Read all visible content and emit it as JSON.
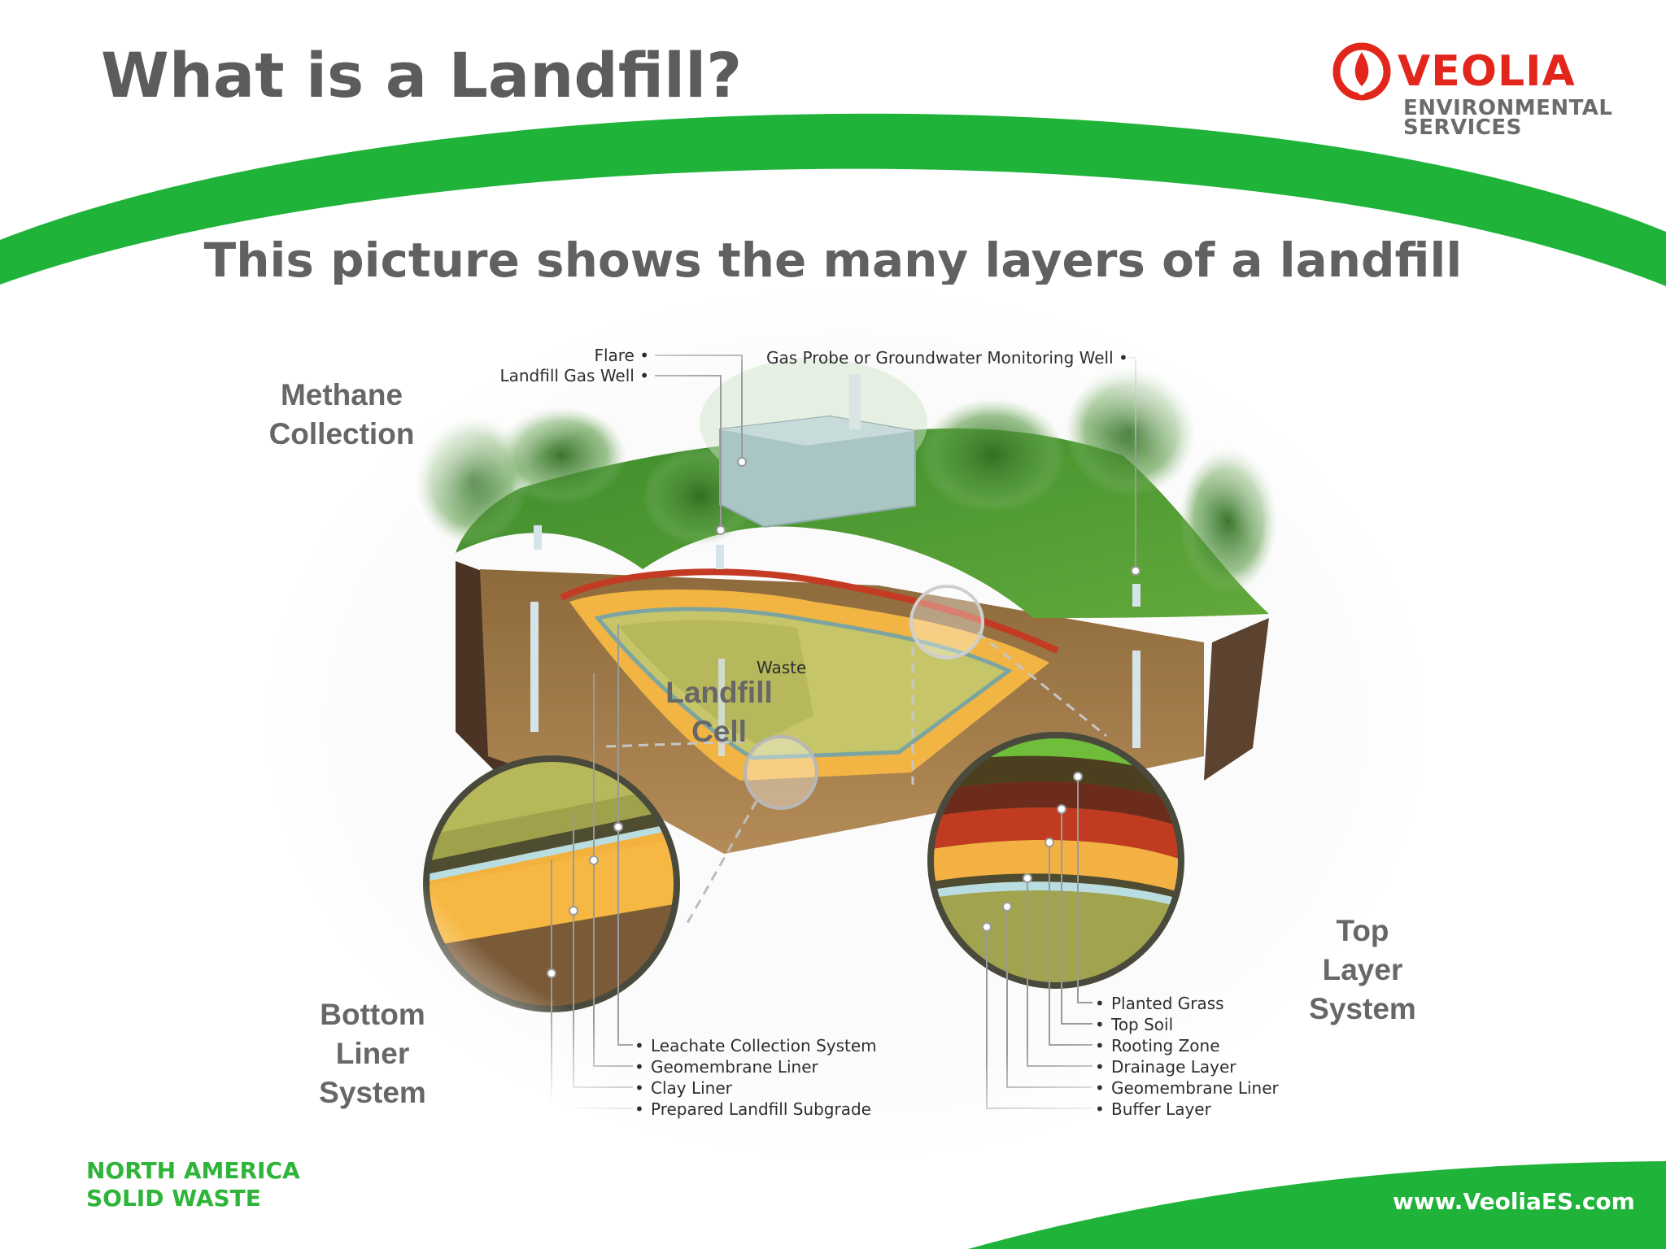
{
  "header": {
    "title": "What is a Landfill?",
    "subtitle": "This picture shows the many layers of a landfill"
  },
  "logo": {
    "name": "VEOLIA",
    "line1": "ENVIRONMENTAL",
    "line2": "SERVICES",
    "icon": "veolia-logo-icon"
  },
  "colors": {
    "brand_green": "#1fb33a",
    "brand_red": "#e2261b",
    "title_gray": "#5c5c5c"
  },
  "diagram": {
    "side_labels": {
      "methane": [
        "Methane",
        "Collection"
      ],
      "landfill_cell": [
        "Landfill",
        "Cell"
      ],
      "bottom_liner": [
        "Bottom",
        "Liner",
        "System"
      ],
      "top_layer": [
        "Top",
        "Layer",
        "System"
      ]
    },
    "callouts": {
      "flare": "Flare",
      "gas_well": "Landfill Gas Well",
      "probe": "Gas Probe or Groundwater Monitoring Well",
      "waste": "Waste"
    },
    "bottom_liner_layers": [
      "Leachate Collection System",
      "Geomembrane Liner",
      "Clay Liner",
      "Prepared Landfill Subgrade"
    ],
    "top_layer_layers": [
      "Planted Grass",
      "Top Soil",
      "Rooting Zone",
      "Drainage Layer",
      "Geomembrane Liner",
      "Buffer Layer"
    ]
  },
  "footer": {
    "region_line1": "NORTH AMERICA",
    "region_line2": "SOLID WASTE",
    "url": "www.VeoliaES.com"
  }
}
